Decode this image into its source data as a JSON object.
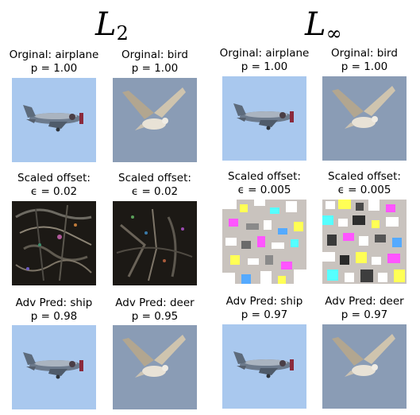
{
  "headings": {
    "l2": {
      "base": "L",
      "sub": "2"
    },
    "linf": {
      "base": "L",
      "sub": "∞"
    }
  },
  "colors": {
    "sky_airplane": "#a9c8ee",
    "sky_bird": "#8a9cb5",
    "offset_l2_bg": "#1c1915",
    "offset_linf_bg": "#c9c3be"
  },
  "panels": {
    "l2": {
      "col_airplane": {
        "original_title": "Orginal: airplane",
        "original_p": "p = 1.00",
        "offset_title": "Scaled offset:",
        "offset_eps": "ϵ = 0.02",
        "adv_title": "Adv Pred: ship",
        "adv_p": "p = 0.98"
      },
      "col_bird": {
        "original_title": "Orginal: bird",
        "original_p": "p = 1.00",
        "offset_title": "Scaled offset:",
        "offset_eps": "ϵ = 0.02",
        "adv_title": "Adv Pred: deer",
        "adv_p": "p = 0.95"
      }
    },
    "linf": {
      "col_airplane": {
        "original_title": "Orginal: airplane",
        "original_p": "p = 1.00",
        "offset_title": "Scaled offset:",
        "offset_eps": "ϵ = 0.005",
        "adv_title": "Adv Pred: ship",
        "adv_p": "p = 0.97"
      },
      "col_bird": {
        "original_title": "Orginal: bird",
        "original_p": "p = 1.00",
        "offset_title": "Scaled offset:",
        "offset_eps": "ϵ = 0.005",
        "adv_title": "Adv Pred: deer",
        "adv_p": "p = 0.97"
      }
    }
  }
}
